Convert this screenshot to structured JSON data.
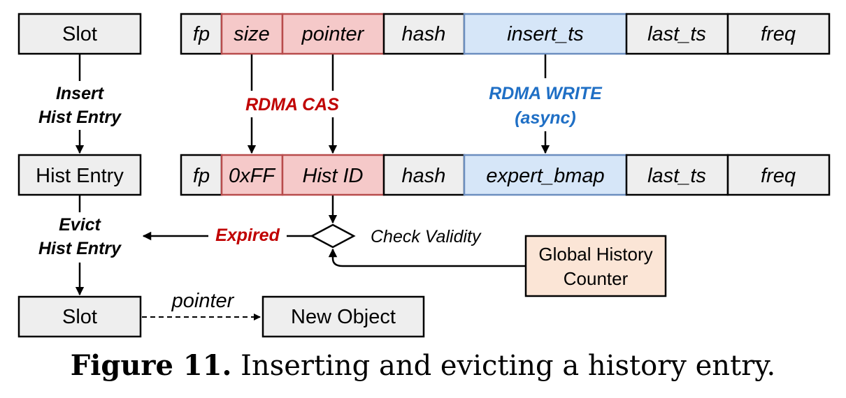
{
  "left_column": {
    "slot_top": "Slot",
    "insert_label_line1": "Insert",
    "insert_label_line2": "Hist Entry",
    "hist_entry": "Hist Entry",
    "evict_label_line1": "Evict",
    "evict_label_line2": "Hist Entry",
    "slot_bottom": "Slot",
    "pointer_label": "pointer",
    "new_object": "New Object"
  },
  "top_row": [
    "fp",
    "size",
    "pointer",
    "hash",
    "insert_ts",
    "last_ts",
    "freq"
  ],
  "bottom_row": [
    "fp",
    "0xFF",
    "Hist ID",
    "hash",
    "expert_bmap",
    "last_ts",
    "freq"
  ],
  "operations": {
    "cas": "RDMA CAS",
    "write_line1": "RDMA WRITE",
    "write_line2": "(async)"
  },
  "validity": {
    "expired": "Expired",
    "check": "Check Validity",
    "counter_line1": "Global History",
    "counter_line2": "Counter"
  },
  "caption": {
    "label": "Figure 11.",
    "text": " Inserting and evicting a history entry."
  },
  "colors": {
    "red_fill": "#f5c9c9",
    "blue_fill": "#d6e6f8",
    "gray_fill": "#eeeeee",
    "peach_fill": "#fbe5d6",
    "red_text": "#c00000",
    "blue_text": "#1f6fc5"
  }
}
